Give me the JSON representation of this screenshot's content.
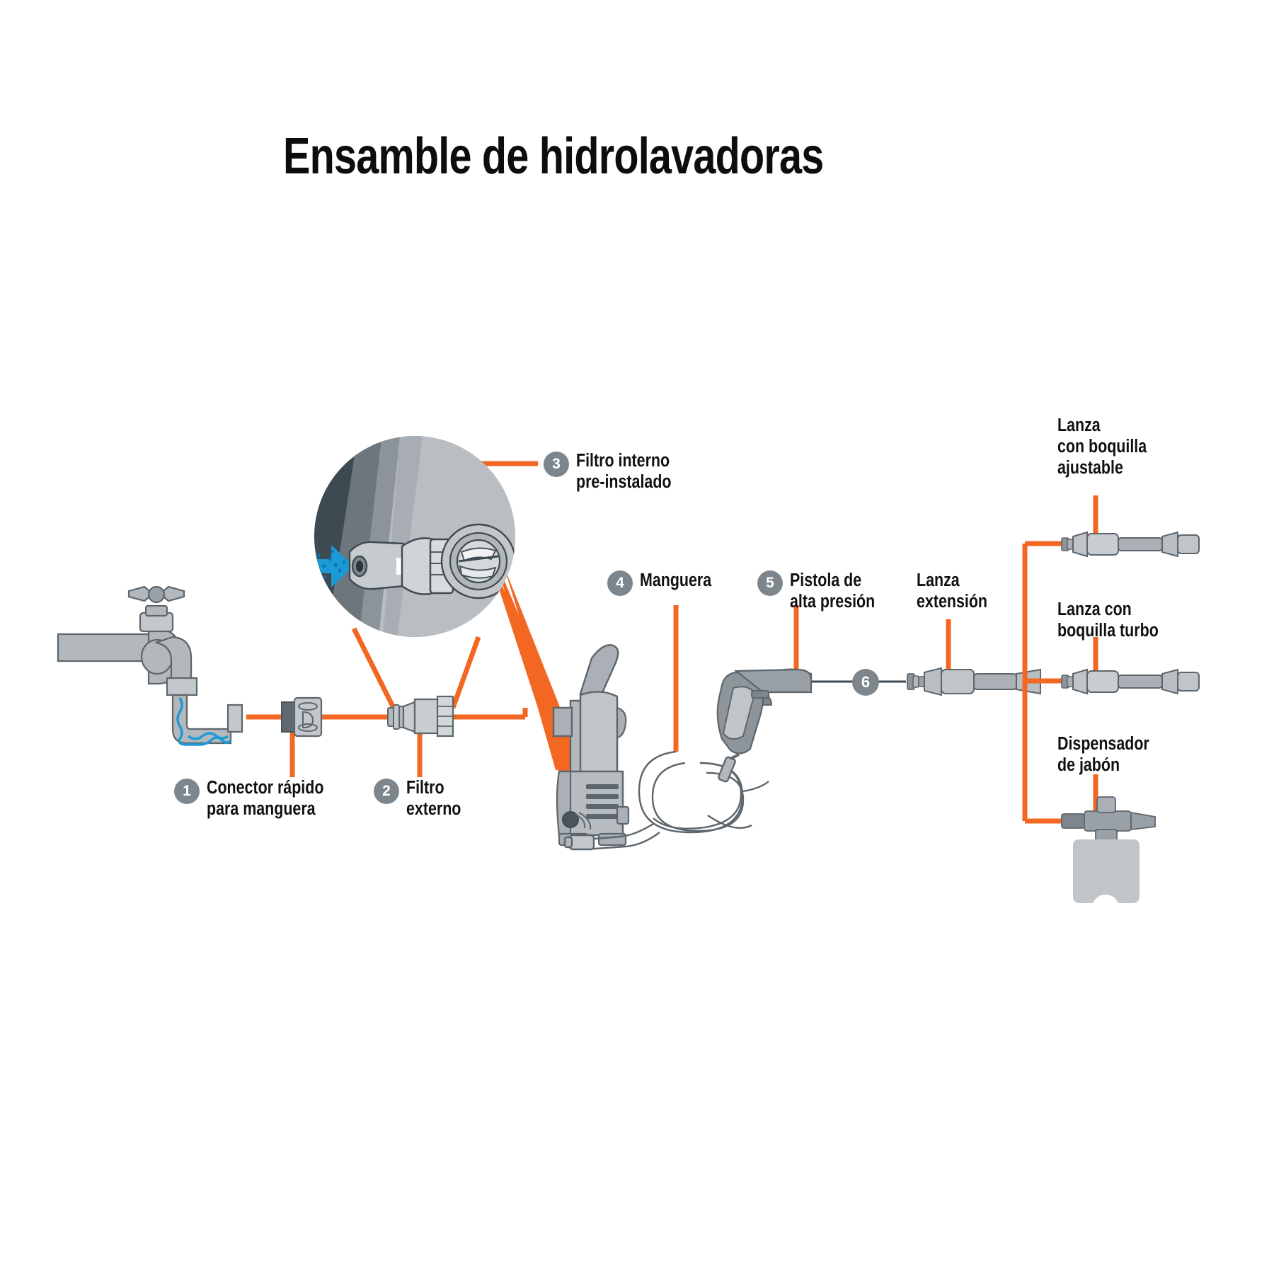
{
  "page": {
    "title": "Ensamble de hidrolavadoras",
    "background_color": "#ffffff",
    "accent_color": "#f26722",
    "badge_color": "#7d868c",
    "text_color": "#111111",
    "part_gray": "#b3b8bd",
    "part_dark": "#6f787e",
    "water_blue": "#1b9ad6"
  },
  "callouts": [
    {
      "number": "1",
      "label": "Conector rápido\npara manguera",
      "icon": "quick-connector"
    },
    {
      "number": "2",
      "label": "Filtro\nexterno",
      "icon": "external-filter"
    },
    {
      "number": "3",
      "label": "Filtro interno\npre-instalado",
      "icon": "internal-filter"
    },
    {
      "number": "4",
      "label": "Manguera",
      "icon": "hose-coil"
    },
    {
      "number": "5",
      "label": "Pistola de\nalta presión",
      "icon": "spray-gun"
    },
    {
      "number": "6",
      "label": "",
      "icon": "lance-connector"
    }
  ],
  "unnumbered": [
    {
      "label": "Lanza\nextensión",
      "icon": "extension-lance"
    },
    {
      "label": "Lanza\ncon boquilla\najustable",
      "icon": "adjustable-nozzle-lance"
    },
    {
      "label": "Lanza con\nboquilla turbo",
      "icon": "turbo-nozzle-lance"
    },
    {
      "label": "Dispensador\nde jabón",
      "icon": "soap-dispenser"
    }
  ],
  "components": {
    "faucet": "faucet-icon",
    "garden_hose": "garden-hose-icon",
    "quick_connector": "quick-connector-icon",
    "external_filter": "external-filter-icon",
    "magnifier": "magnifier-detail-icon",
    "pressure_washer": "pressure-washer-icon",
    "hose_coil": "hose-coil-icon",
    "spray_gun": "spray-gun-icon",
    "extension_lance": "extension-lance-icon",
    "adjustable_lance": "adjustable-lance-icon",
    "turbo_lance": "turbo-lance-icon",
    "soap_dispenser": "soap-dispenser-icon"
  }
}
